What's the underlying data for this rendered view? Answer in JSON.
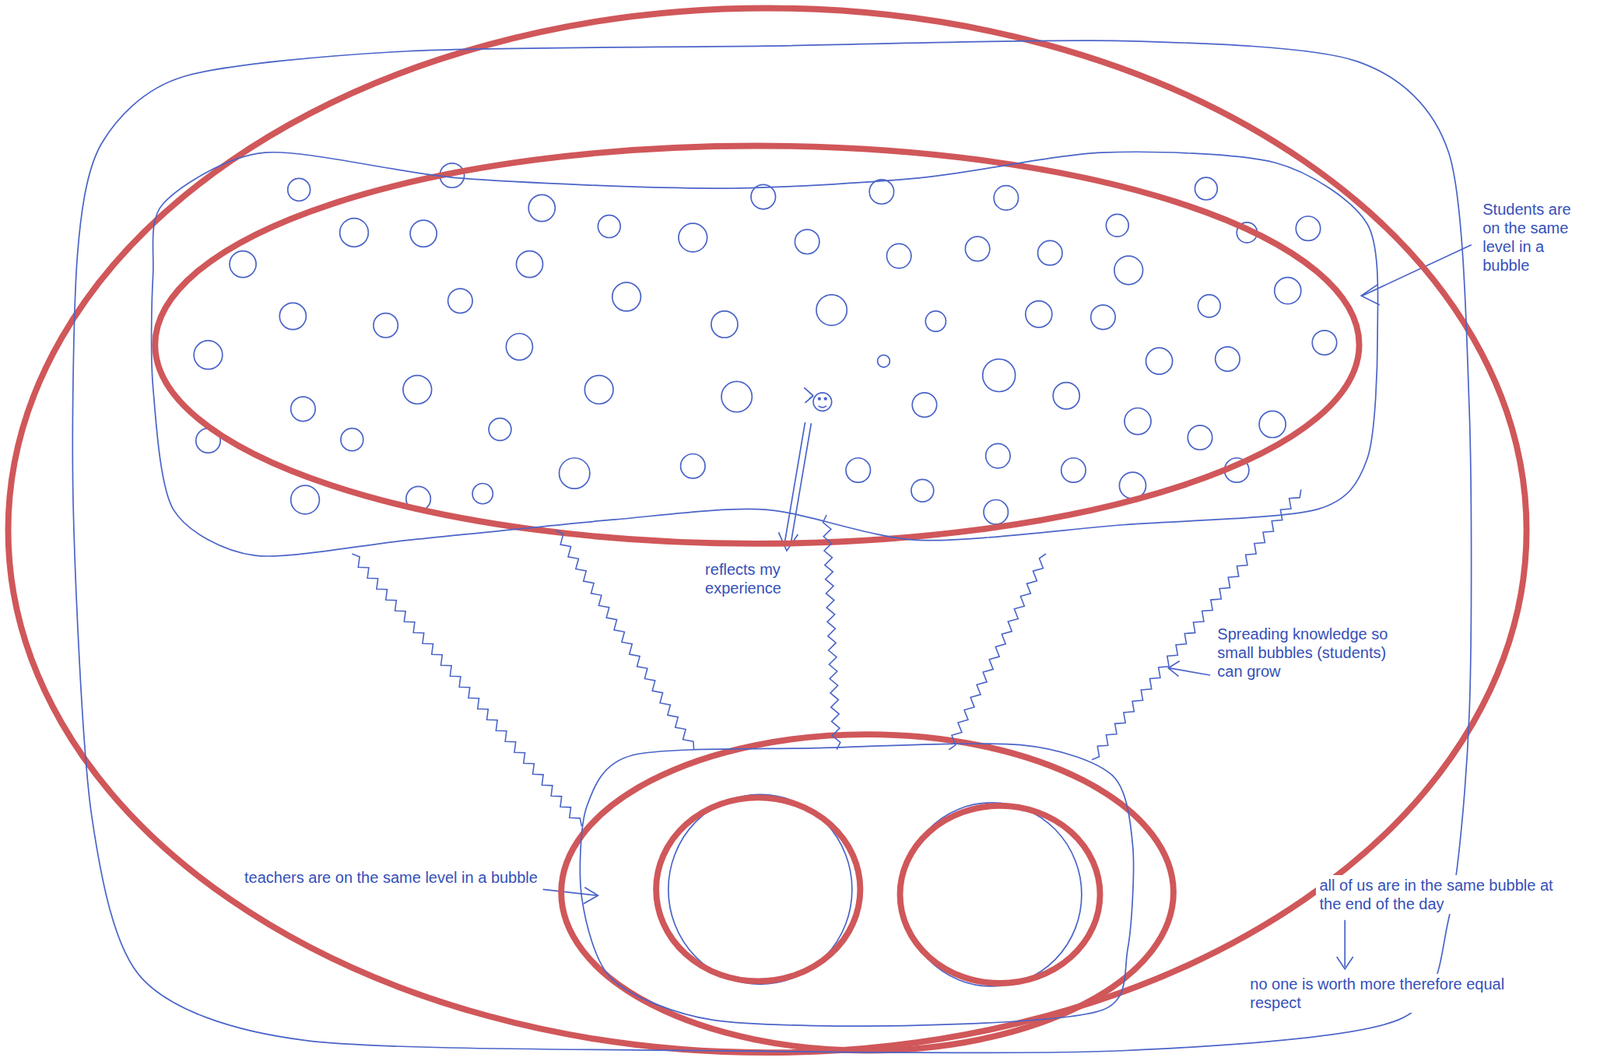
{
  "diagram": {
    "nodes": [
      {
        "text": [
          "all of us are in the same bubble at the end of the day",
          "no one is worth more therefore equal respect"
        ]
      },
      {
        "text": [
          "Students are on the same level in a bubble"
        ],
        "in": 0
      },
      {
        "text": [
          "teachers are on the same level in a bubble"
        ],
        "in": 0
      }
    ],
    "edges": [
      {
        "from": 2,
        "to": 1,
        "arrow": "none"
      },
      {
        "from": 2,
        "to": 1,
        "arrow": "none"
      },
      {
        "from": 2,
        "to": 1,
        "arrow": "none"
      },
      {
        "from": 2,
        "to": 1,
        "arrow": "none"
      },
      {
        "from": 2,
        "to": 1,
        "arrow": "none"
      }
    ],
    "labels": [
      "reflects my experience",
      "Spreading knowledge so small bubbles (students) can grow"
    ]
  }
}
